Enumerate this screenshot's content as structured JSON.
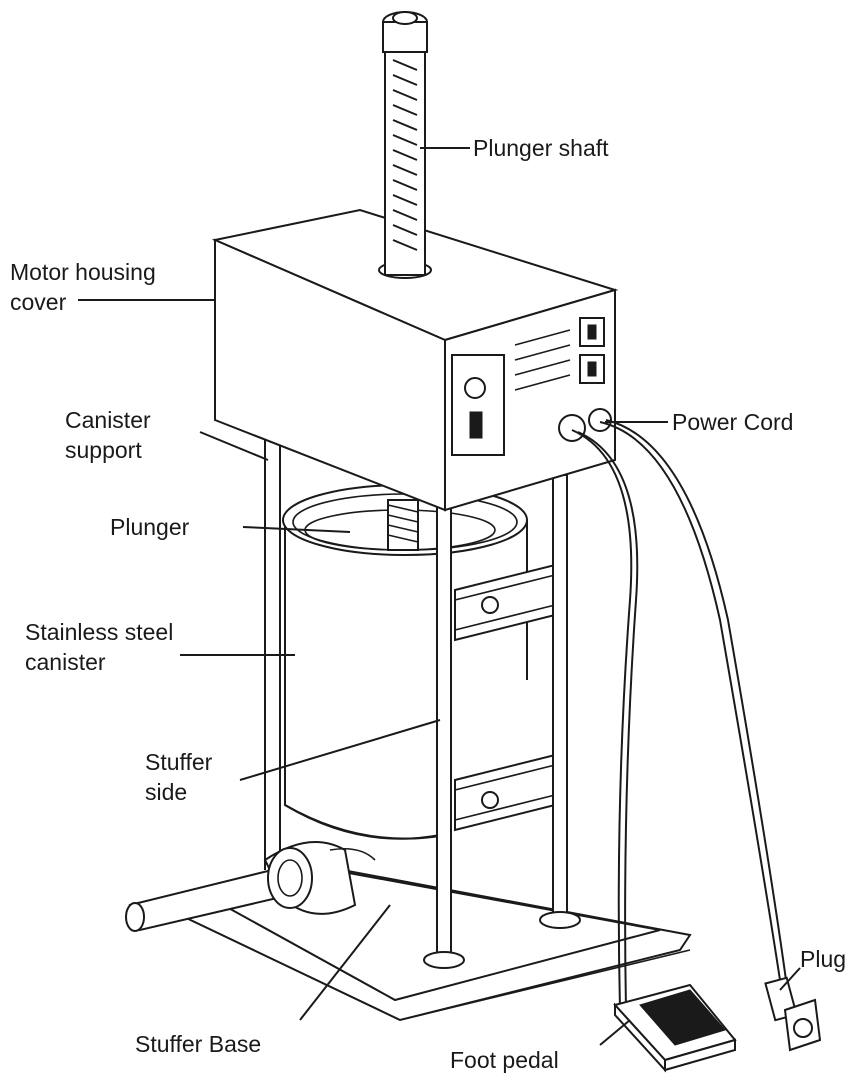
{
  "labels": {
    "plunger_shaft": "Plunger shaft",
    "motor_housing_line1": "Motor housing",
    "motor_housing_line2": "cover",
    "canister_support_line1": "Canister",
    "canister_support_line2": "support",
    "plunger": "Plunger",
    "stainless_line1": "Stainless steel",
    "stainless_line2": "canister",
    "stuffer_side_line1": "Stuffer",
    "stuffer_side_line2": "side",
    "power_cord": "Power Cord",
    "plug": "Plug",
    "stuffer_base": "Stuffer Base",
    "foot_pedal": "Foot pedal"
  }
}
